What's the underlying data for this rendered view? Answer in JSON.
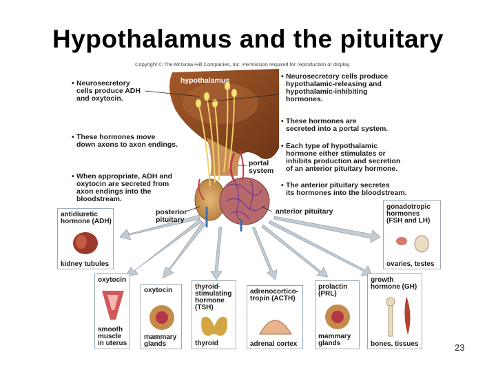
{
  "title": "Hypothalamus and the pituitary",
  "copyright": "Copyright © The McGraw-Hill Companies, Inc. Permission required for reproduction or display.",
  "left_bullets": [
    {
      "lines": [
        "Neurosecretory",
        "cells produce ADH",
        "and oxytocin."
      ]
    },
    {
      "lines": [
        "These hormones move",
        "down axons to axon endings."
      ]
    },
    {
      "lines": [
        "When appropriate, ADH and",
        "oxytocin are secreted from",
        "axon endings into the",
        "bloodstream."
      ]
    }
  ],
  "right_bullets": [
    {
      "lines": [
        "Neurosecretory cells produce",
        "hypothalamic-releasing and",
        "hypothalamic-inhibiting",
        "hormones."
      ]
    },
    {
      "lines": [
        "These hormones are",
        "secreted into a portal system."
      ]
    },
    {
      "lines": [
        "Each type of hypothalamic",
        "hormone either stimulates or",
        "inhibits production and secretion",
        "of an anterior pituitary hormone."
      ]
    },
    {
      "lines": [
        "The anterior pituitary secretes",
        "its hormones into the bloodstream."
      ]
    }
  ],
  "labels": {
    "hypothalamus": "hypothalamus",
    "portal_system": [
      "portal",
      "system"
    ],
    "posterior_pituitary": [
      "posterior",
      "pituitary"
    ],
    "anterior_pituitary": "anterior pituitary"
  },
  "cards": {
    "adh": {
      "hormone": [
        "antidiuretic",
        "hormone (ADH)"
      ],
      "target": "kidney tubules"
    },
    "gonad": {
      "hormone": [
        "gonadotropic",
        "hormones",
        "(FSH and LH)"
      ],
      "target": "ovaries, testes"
    },
    "oxytocin_uterus": {
      "hormone": [
        "oxytocin"
      ],
      "target": [
        "smooth",
        "muscle",
        "in uterus"
      ]
    },
    "oxytocin_mammary": {
      "hormone": [
        "oxytocin"
      ],
      "target": [
        "mammary",
        "glands"
      ]
    },
    "tsh": {
      "hormone": [
        "thyroid-",
        "stimulating",
        "hormone",
        "(TSH)"
      ],
      "target": "thyroid"
    },
    "acth": {
      "hormone": [
        "adrenocortico-",
        "tropin (ACTH)"
      ],
      "target": "adrenal cortex"
    },
    "prl": {
      "hormone": [
        "prolactin",
        "(PRL)"
      ],
      "target": [
        "mammary",
        "glands"
      ]
    },
    "gh": {
      "hormone": [
        "growth",
        "hormone (GH)"
      ],
      "target": "bones, tissues"
    }
  },
  "page_number": "23",
  "colors": {
    "brain": "#8a4a22",
    "axon": "#e8c45a",
    "vessel_red": "#c43a4a",
    "vessel_blue": "#3b6fb0",
    "pituitary": "#c48a4a",
    "arrow": "#b8c2cc"
  }
}
